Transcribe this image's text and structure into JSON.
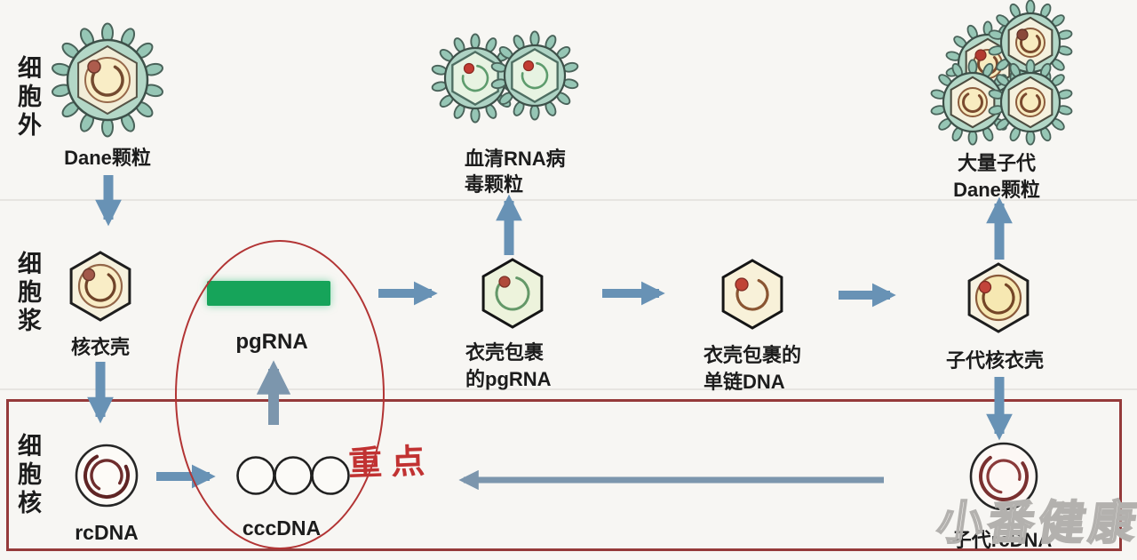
{
  "diagram": {
    "regions": {
      "extracellular": "细胞外",
      "cytoplasm": "细胞浆",
      "nucleus": "细胞核"
    },
    "nodes": {
      "dane_particle": {
        "label": "Dane颗粒"
      },
      "serum_rna_virus": {
        "line1": "血清RNA病",
        "line2": "毒颗粒"
      },
      "progeny_dane": {
        "line1": "大量子代",
        "line2": "Dane颗粒"
      },
      "nucleocapsid": {
        "label": "核衣壳"
      },
      "pgrna": {
        "label": "pgRNA"
      },
      "capsid_pgrna": {
        "line1": "衣壳包裹",
        "line2": "的pgRNA"
      },
      "capsid_ssdna": {
        "line1": "衣壳包裹的",
        "line2": "单链DNA"
      },
      "progeny_nucleocapsid": {
        "label": "子代核衣壳"
      },
      "rcdna": {
        "label": "rcDNA"
      },
      "cccdna": {
        "label": "cccDNA"
      },
      "progeny_rcdna": {
        "label": "子代rcDNA"
      }
    },
    "annotations": {
      "key_point": "重点",
      "watermark": "小番健康"
    },
    "colors": {
      "arrow_blue": "#6892b5",
      "green_bar": "#16a45a",
      "annotation_red": "#c13232",
      "nucleus_border": "#953a3a",
      "virus_teal": "#b3d7c7"
    }
  }
}
